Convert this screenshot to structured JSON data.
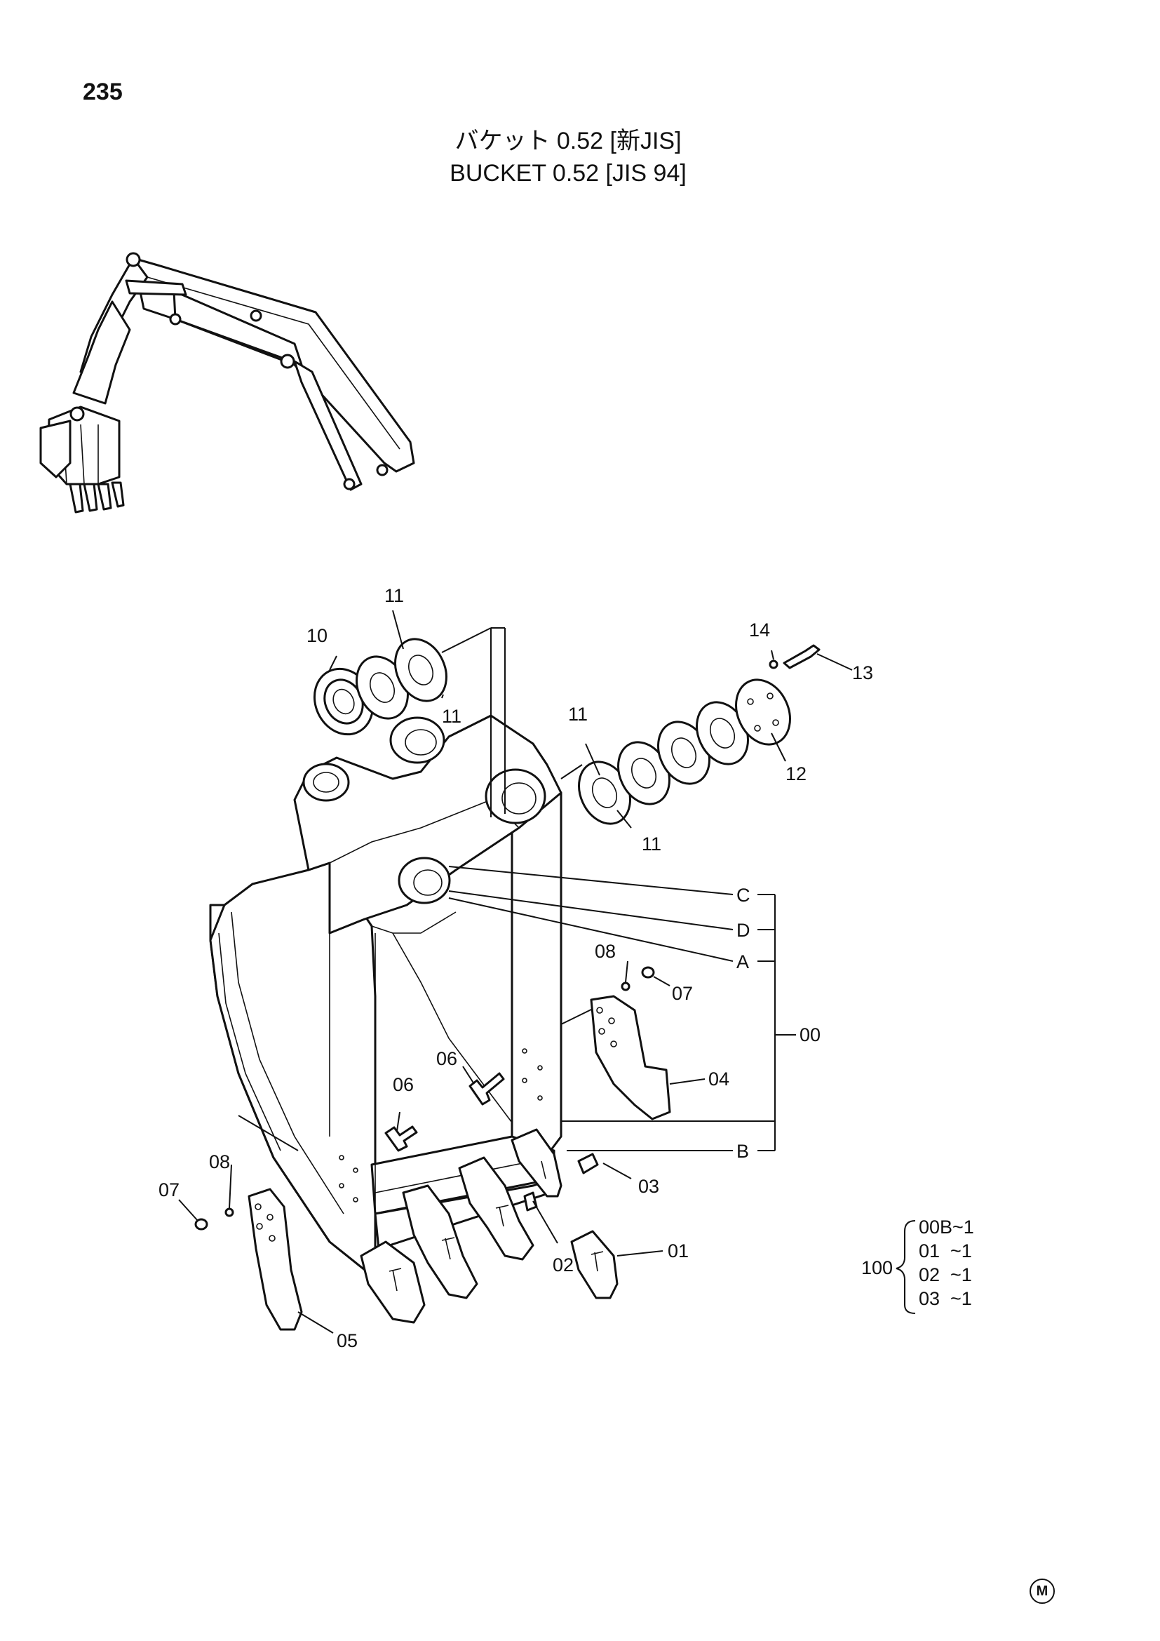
{
  "page_number": "235",
  "title": {
    "jp": "バケット 0.52 [新JIS]",
    "en": "BUCKET 0.52 [JIS 94]"
  },
  "callouts": {
    "c10": "10",
    "c11a": "11",
    "c11b": "11",
    "c11c": "11",
    "c11d": "11",
    "c12": "12",
    "c13": "13",
    "c14": "14",
    "cC": "C",
    "cD": "D",
    "cA": "A",
    "cB": "B",
    "c00": "00",
    "c08a": "08",
    "c07a": "07",
    "c04": "04",
    "c06a": "06",
    "c06b": "06",
    "c08b": "08",
    "c07b": "07",
    "c03": "03",
    "c02": "02",
    "c01": "01",
    "c05": "05"
  },
  "kit": {
    "number": "100",
    "items": [
      "00B~1",
      "01  ~1",
      "02  ~1",
      "03  ~1"
    ]
  },
  "corner_mark": "M"
}
